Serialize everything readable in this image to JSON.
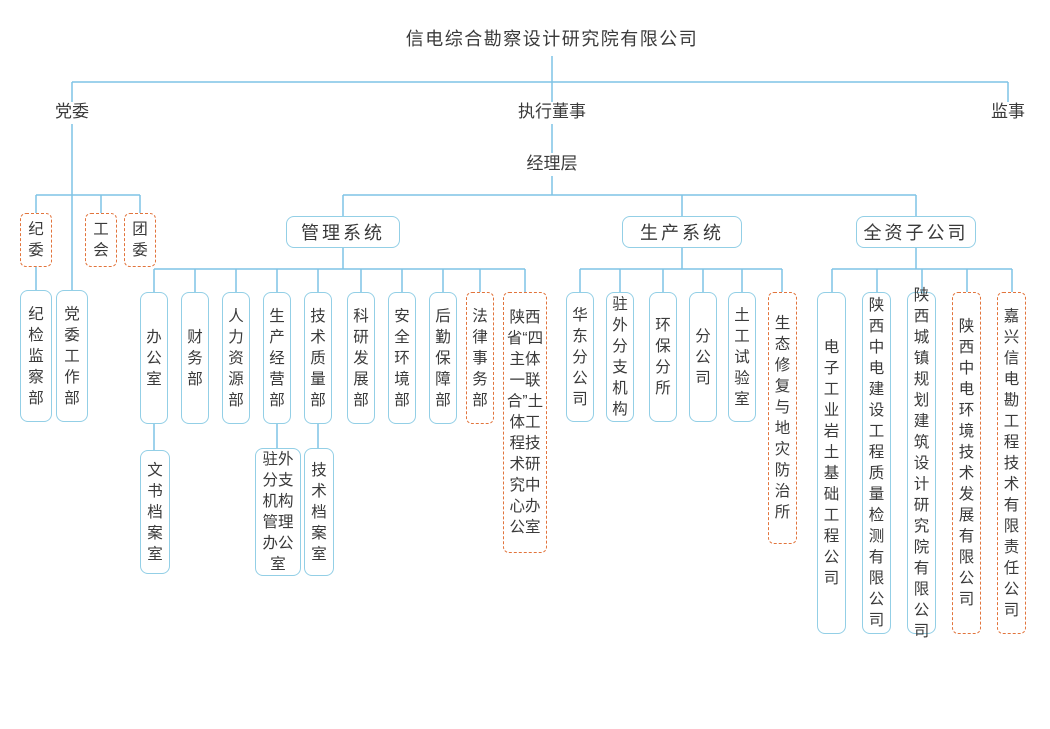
{
  "title": "信电综合勘察设计研究院有限公司",
  "governance": {
    "party_committee": "党委",
    "executive_director": "执行董事",
    "supervisor": "监事",
    "management_layer": "经理层"
  },
  "party_branch": {
    "committees": [
      "纪委",
      "工会",
      "团委"
    ],
    "departments": [
      "纪检监察部",
      "党委工作部"
    ]
  },
  "management_system": {
    "header": "管理系统",
    "departments": [
      "办公室",
      "财务部",
      "人力资源部",
      "生产经营部",
      "技术质量部",
      "科研发展部",
      "安全环境部",
      "后勤保障部",
      "法律事务部",
      "陕西省“四主体一联合”土体工程技术研究中心办公室"
    ],
    "sub_offices": [
      "文书档案室",
      "驻外分支机构管理办公室",
      "技术档案室"
    ]
  },
  "production_system": {
    "header": "生产系统",
    "departments": [
      "华东分公司",
      "驻外分支机构",
      "环保分所",
      "分公司",
      "土工试验室",
      "生态修复与地灾防治所"
    ]
  },
  "subsidiaries": {
    "header": "全资子公司",
    "companies": [
      "电子工业岩土基础工程公司",
      "陕西中电建设工程质量检测有限公司",
      "陕西城镇规划建筑设计研究院有限公司",
      "陕西中电环境技术发展有限公司",
      "嘉兴信电勘工程技术有限责任公司"
    ]
  },
  "colors": {
    "line": "#7fc3e5",
    "solid_border": "#93cfe6",
    "dashed_border": "#e2743c",
    "text": "#3a3a3a"
  }
}
